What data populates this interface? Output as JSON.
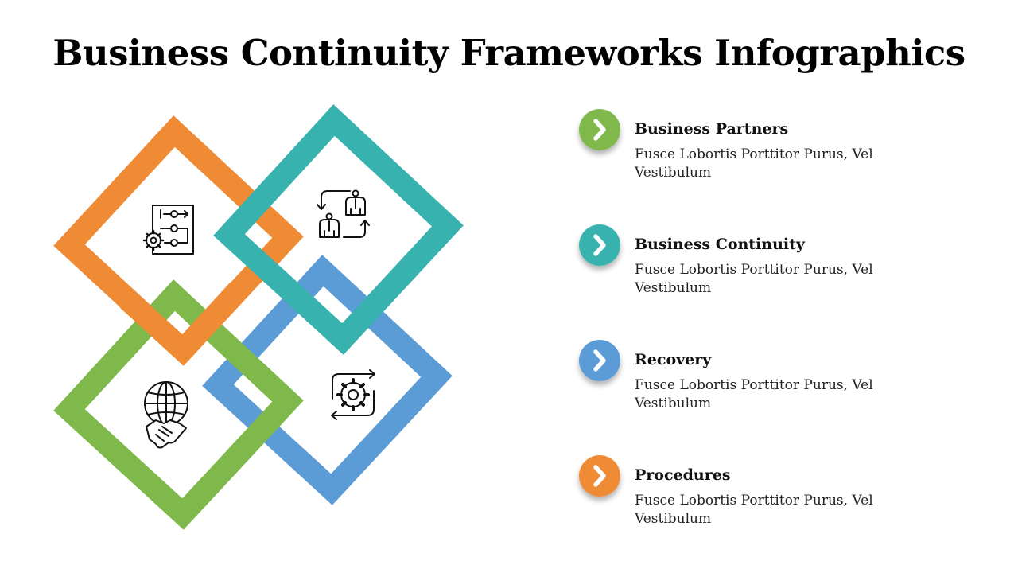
{
  "title": "Business Continuity Frameworks Infographics",
  "colors": {
    "orange": "#EF8B34",
    "teal": "#37B2AE",
    "green": "#7FB94B",
    "blue": "#5B9BD6",
    "text": "#111111"
  },
  "diagram": {
    "frames": [
      {
        "color": "orange",
        "icon": "workflow-process-icon"
      },
      {
        "color": "teal",
        "icon": "people-exchange-icon"
      },
      {
        "color": "blue",
        "icon": "gear-cycle-icon"
      },
      {
        "color": "green",
        "icon": "globe-handshake-icon"
      }
    ]
  },
  "items": [
    {
      "title": "Business Partners",
      "desc": "Fusce Lobortis Porttitor Purus, Vel Vestibulum",
      "color": "green",
      "icon": "chevron-right-icon"
    },
    {
      "title": "Business Continuity",
      "desc": "Fusce Lobortis Porttitor Purus, Vel Vestibulum",
      "color": "teal",
      "icon": "chevron-right-icon"
    },
    {
      "title": "Recovery",
      "desc": "Fusce Lobortis Porttitor Purus, Vel Vestibulum",
      "color": "blue",
      "icon": "chevron-right-icon"
    },
    {
      "title": "Procedures",
      "desc": "Fusce Lobortis Porttitor Purus, Vel Vestibulum",
      "color": "orange",
      "icon": "chevron-right-icon"
    }
  ]
}
